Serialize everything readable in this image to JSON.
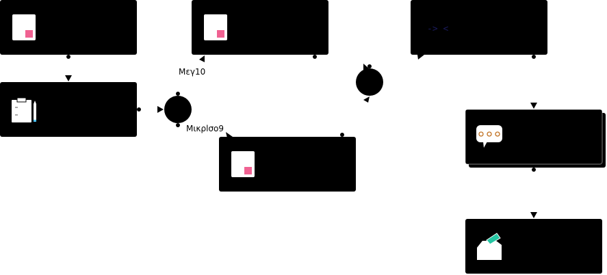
{
  "diagram": {
    "nodes": [
      {
        "id": "task-1",
        "icon": "document-icon"
      },
      {
        "id": "task-2",
        "icon": "document-icon"
      },
      {
        "id": "task-3",
        "icon": "script-icon"
      },
      {
        "id": "task-4",
        "icon": "checklist-icon"
      },
      {
        "id": "task-5",
        "icon": "document-icon"
      },
      {
        "id": "task-6",
        "icon": "chat-bubble-icon"
      },
      {
        "id": "task-7",
        "icon": "open-box-icon"
      }
    ],
    "gateways": [
      {
        "id": "gateway-left"
      },
      {
        "id": "gateway-center"
      }
    ],
    "edge_labels": {
      "upper": "Μεγ10",
      "lower": "Μικρlσο9"
    },
    "script_icon_text": "-> <",
    "colors": {
      "node_fill": "#000000",
      "icon_paper": "#ffffff",
      "icon_accent_pink": "#f06292",
      "icon_accent_teal": "#26c6a3",
      "chat_dots": "#e0a060"
    }
  }
}
